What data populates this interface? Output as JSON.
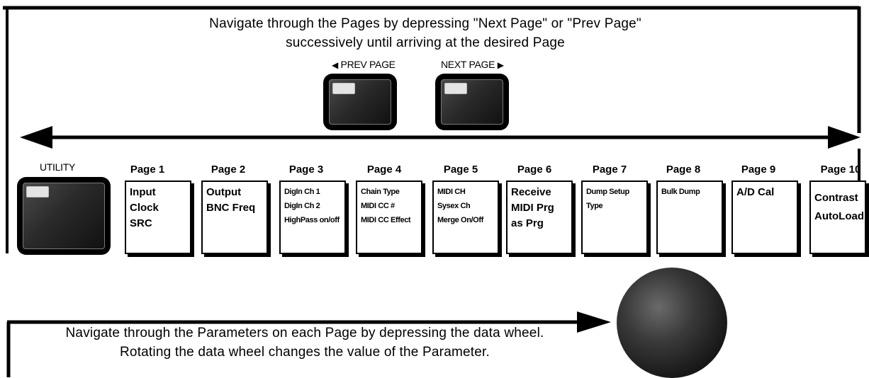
{
  "instructions": {
    "top_line1": "Navigate through the Pages by depressing \"Next Page\" or \"Prev Page\"",
    "top_line2": "successively until arriving at the desired Page",
    "bottom_line1": "Navigate through the Parameters on each Page by depressing the data wheel.",
    "bottom_line2": "Rotating the data wheel changes the value of the Parameter."
  },
  "buttons": {
    "prev_label": "PREV PAGE",
    "next_label": "NEXT PAGE",
    "utility_label": "UTILITY",
    "prev_arrow": "◀",
    "next_arrow": "▶"
  },
  "pages": [
    {
      "title": "Page 1",
      "lines": [
        "Input",
        "Clock",
        "SRC"
      ]
    },
    {
      "title": "Page 2",
      "lines": [
        "Output",
        "BNC Freq"
      ]
    },
    {
      "title": "Page 3",
      "lines": [
        "DigIn Ch 1",
        "DigIn Ch 2",
        "HighPass on/off"
      ]
    },
    {
      "title": "Page 4",
      "lines": [
        "Chain Type",
        "MIDI CC #",
        "MIDI CC Effect"
      ]
    },
    {
      "title": "Page 5",
      "lines": [
        "MIDI CH",
        "Sysex Ch",
        "Merge On/Off"
      ]
    },
    {
      "title": "Page 6",
      "lines": [
        "Receive",
        "MIDI Prg",
        "as Prg"
      ]
    },
    {
      "title": "Page 7",
      "lines": [
        "Dump Setup",
        "Type"
      ]
    },
    {
      "title": "Page 8",
      "lines": [
        "Bulk Dump"
      ]
    },
    {
      "title": "Page 9",
      "lines": [
        "A/D Cal"
      ]
    },
    {
      "title": "Page 10",
      "lines": [
        "Contrast",
        "AutoLoad"
      ]
    }
  ],
  "colors": {
    "ink": "#000000",
    "background": "#ffffff",
    "led": "#e4e4e4"
  },
  "icons": {
    "wheel": "data-wheel-icon",
    "arrow": "double-headed-arrow-icon"
  }
}
